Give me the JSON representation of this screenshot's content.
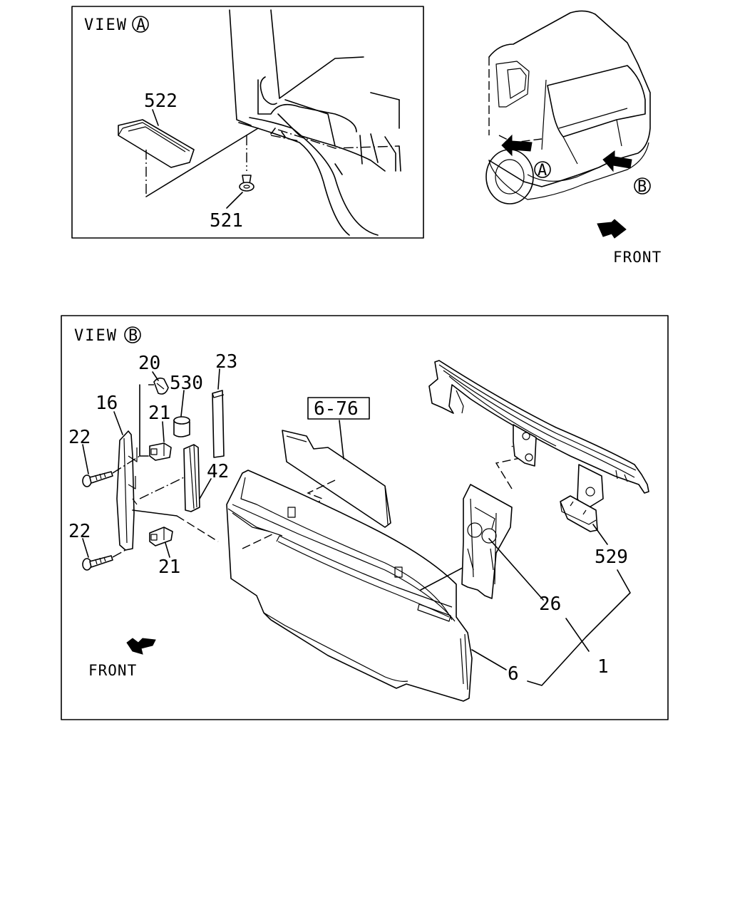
{
  "view_a": {
    "title": "VIEW",
    "marker": "A",
    "parts": {
      "p522": "522",
      "p521": "521"
    }
  },
  "overview": {
    "marker_a": "A",
    "marker_b": "B",
    "front_label": "FRONT"
  },
  "view_b": {
    "title": "VIEW",
    "marker": "B",
    "front_label": "FRONT",
    "parts": {
      "p20": "20",
      "p530": "530",
      "p23": "23",
      "p16": "16",
      "p21a": "21",
      "p21b": "21",
      "p22a": "22",
      "p22b": "22",
      "p42": "42",
      "p6_76": "6-76",
      "p529": "529",
      "p26": "26",
      "p1": "1",
      "p6": "6"
    }
  }
}
